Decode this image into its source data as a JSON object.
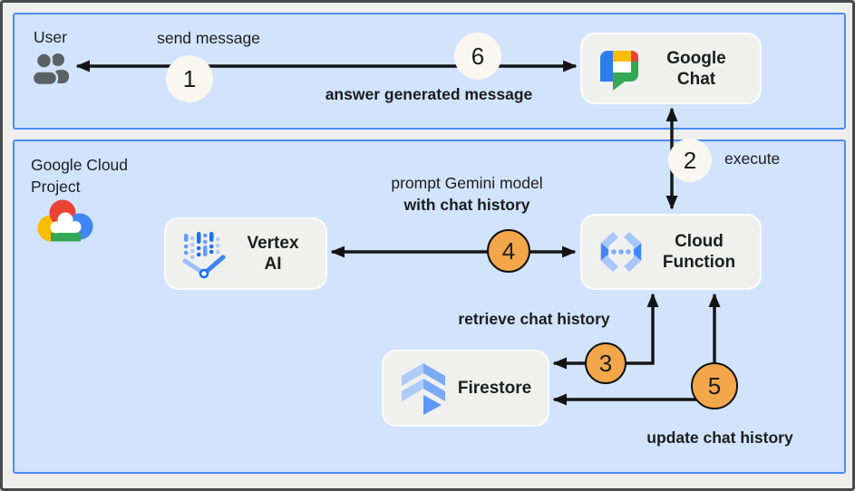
{
  "diagram": {
    "title_hint": "Google Chat Gemini bot architecture flow",
    "zones": {
      "user": {
        "label": "User",
        "icon": "users-icon"
      },
      "gcp": {
        "label_line1": "Google Cloud",
        "label_line2": "Project",
        "icon": "google-cloud-logo"
      }
    },
    "nodes": {
      "google_chat": {
        "line1": "Google",
        "line2": "Chat",
        "icon": "google-chat-icon"
      },
      "vertex_ai": {
        "line1": "Vertex",
        "line2": "AI",
        "icon": "vertex-ai-icon"
      },
      "cloud_function": {
        "line1": "Cloud",
        "line2": "Function",
        "icon": "cloud-function-icon"
      },
      "firestore": {
        "label": "Firestore",
        "icon": "firestore-icon"
      }
    },
    "steps": {
      "s1": {
        "num": "1",
        "label": "send message",
        "badge": "light"
      },
      "s2": {
        "num": "2",
        "label": "execute",
        "badge": "light"
      },
      "s3": {
        "num": "3",
        "label": "retrieve chat history",
        "badge": "orange"
      },
      "s4": {
        "num": "4",
        "label_line1": "prompt Gemini model",
        "label_line2": "with chat history",
        "badge": "orange"
      },
      "s5": {
        "num": "5",
        "label": "update chat history",
        "badge": "orange"
      },
      "s6": {
        "num": "6",
        "label": "answer generated message",
        "badge": "light"
      }
    },
    "colors": {
      "zone_fill": "#d2e3fc",
      "zone_border": "#4a8cf7",
      "node_fill": "#f0f0ee",
      "badge_light": "#faf7f0",
      "badge_orange": "#f3a64a",
      "arrow": "#141414",
      "google_blue": "#4285f4",
      "google_red": "#ea4335",
      "google_yellow": "#fbbc04",
      "google_green": "#34a853"
    }
  }
}
